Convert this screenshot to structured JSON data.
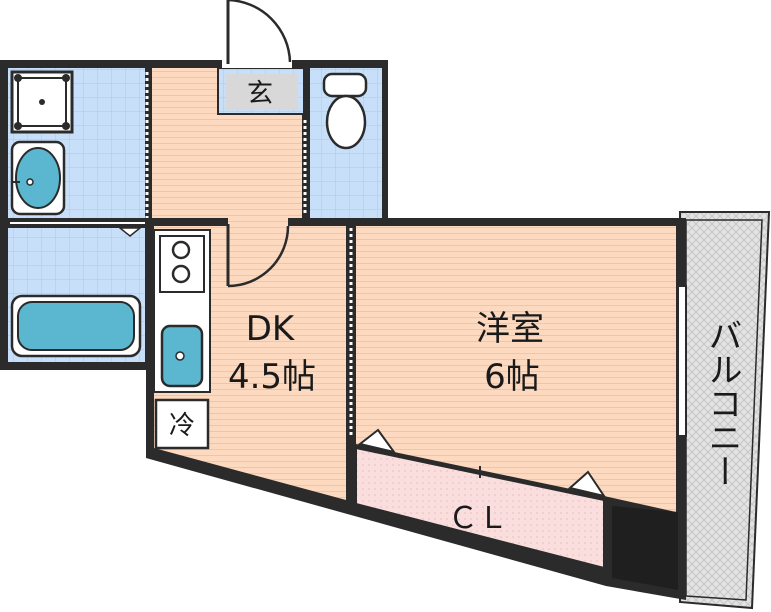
{
  "rooms": {
    "entrance": {
      "label": "玄"
    },
    "dk": {
      "name": "DK",
      "size": "4.5帖"
    },
    "western": {
      "name": "洋室",
      "size": "6帖"
    },
    "closet": {
      "label": "ＣＬ"
    },
    "fridge": {
      "label": "冷"
    },
    "balcony": {
      "label": "バルコニー"
    }
  },
  "colors": {
    "wall": "#2b2b2b",
    "floor_wood": "#fcd9bf",
    "floor_grid": "#c7dff8",
    "closet": "#f9dedd",
    "balcony": "#dddddd",
    "fixture": "#5bb6cf"
  }
}
